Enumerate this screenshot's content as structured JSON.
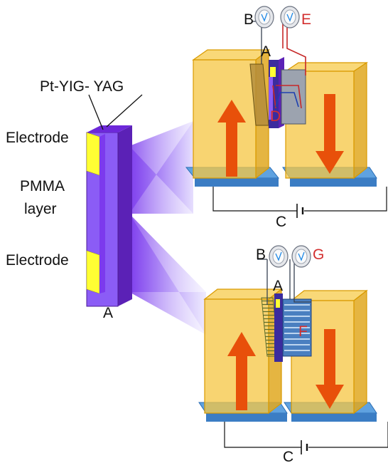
{
  "labels": {
    "pt_yig_yag": "Pt-YIG- YAG",
    "electrode_top": "Electrode",
    "pmma_1": "PMMA",
    "pmma_2": "layer",
    "electrode_bottom": "Electrode",
    "a_left": "A",
    "b_top": "B",
    "e_top": "E",
    "a_top": "A",
    "d_top": "D",
    "c_top": "C",
    "b_bottom": "B",
    "g_bottom": "G",
    "a_bottom": "A",
    "f_bottom": "F",
    "c_bottom": "C"
  },
  "colors": {
    "film_purple": "#7c3aed",
    "film_dark": "#5b21b6",
    "electrode_yellow": "#ffff33",
    "magnet_fill": "#f5c542",
    "magnet_edge": "#d99a00",
    "arrow_orange": "#e8500a",
    "base_blue": "#4a90d9",
    "label_red": "#d32f2f",
    "wire_red": "#c62828",
    "wire_blue": "#1e40af"
  }
}
